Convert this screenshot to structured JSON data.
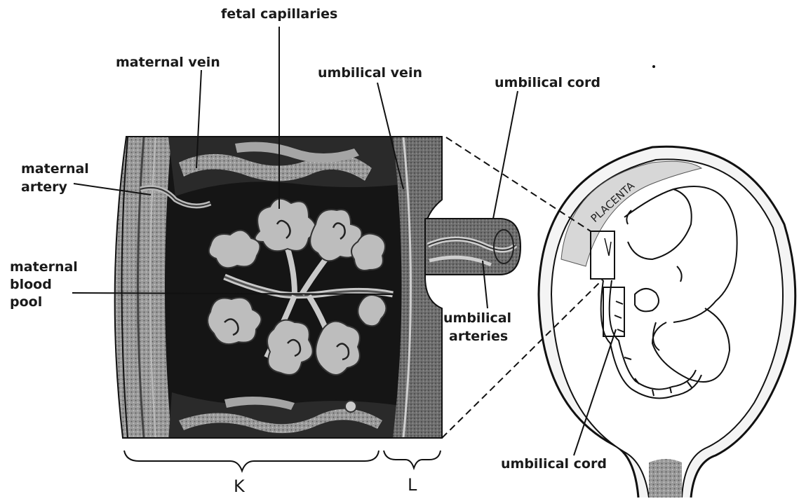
{
  "labels": {
    "fetal_capillaries": "fetal capillaries",
    "maternal_vein": "maternal vein",
    "umbilical_vein": "umbilical vein",
    "umbilical_cord_top": "umbilical cord",
    "maternal_artery": [
      "maternal",
      "artery"
    ],
    "maternal_blood_pool": [
      "maternal",
      "blood",
      "pool"
    ],
    "umbilical_arteries": [
      "umbilical",
      "arteries"
    ],
    "umbilical_cord_bottom": "umbilical cord",
    "placenta": "PLACENTA",
    "region_k": "K",
    "region_l": "L"
  },
  "colors": {
    "ink": "#111111",
    "dark_pool": "#1c1c1c",
    "wall_gray": "#8a8a8a"
  }
}
